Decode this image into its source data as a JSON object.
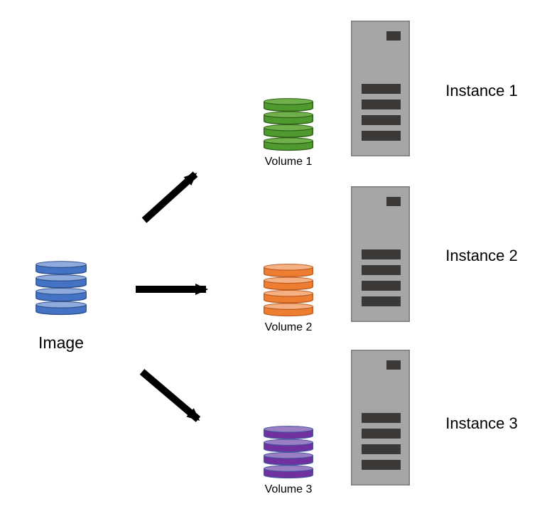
{
  "diagram": {
    "source": {
      "label": "Image",
      "shape": "database-cylinder",
      "colors": {
        "body": "#4472C4",
        "cap": "#8FAADC",
        "outline": "#2F528F"
      },
      "style_vars": "--body:#4472C4;--cap:#8FAADC;--line:#2F528F"
    },
    "volumes": [
      {
        "label": "Volume 1",
        "shape": "database-cylinder",
        "colors": {
          "body": "#4E9A2E",
          "cap": "#6FB04A",
          "outline": "#2D5E16"
        },
        "style_vars": "--body:#4E9A2E;--cap:#6FB04A;--line:#2D5E16"
      },
      {
        "label": "Volume 2",
        "shape": "database-cylinder",
        "colors": {
          "body": "#ED7D31",
          "cap": "#F5B183",
          "outline": "#BC5B21"
        },
        "style_vars": "--body:#ED7D31;--cap:#F5B183;--line:#BC5B21"
      },
      {
        "label": "Volume 3",
        "shape": "database-cylinder",
        "colors": {
          "body": "#7030A0",
          "cap": "#9B7FC4",
          "outline": "#44549E"
        },
        "style_vars": "--body:#7030A0;--cap:#9B7FC4;--line:#44549E"
      }
    ],
    "instances": [
      {
        "label": "Instance 1",
        "shape": "server-tower"
      },
      {
        "label": "Instance 2",
        "shape": "server-tower"
      },
      {
        "label": "Instance 3",
        "shape": "server-tower"
      }
    ],
    "server": {
      "colors": {
        "chassis": "#A6A6A6",
        "outline": "#7C7C7C",
        "slots": "#3B3838"
      },
      "style_vars": "--chassis:#A6A6A6;--outline:#7C7C7C;--slot:#3B3838"
    },
    "arrows": {
      "color": "#000000",
      "items": [
        {
          "from": "Image",
          "to": "Volume 1",
          "direction": "up-right"
        },
        {
          "from": "Image",
          "to": "Volume 2",
          "direction": "right"
        },
        {
          "from": "Image",
          "to": "Volume 3",
          "direction": "down-right"
        }
      ]
    },
    "background": "#FFFFFF",
    "text_color": "#000000"
  }
}
